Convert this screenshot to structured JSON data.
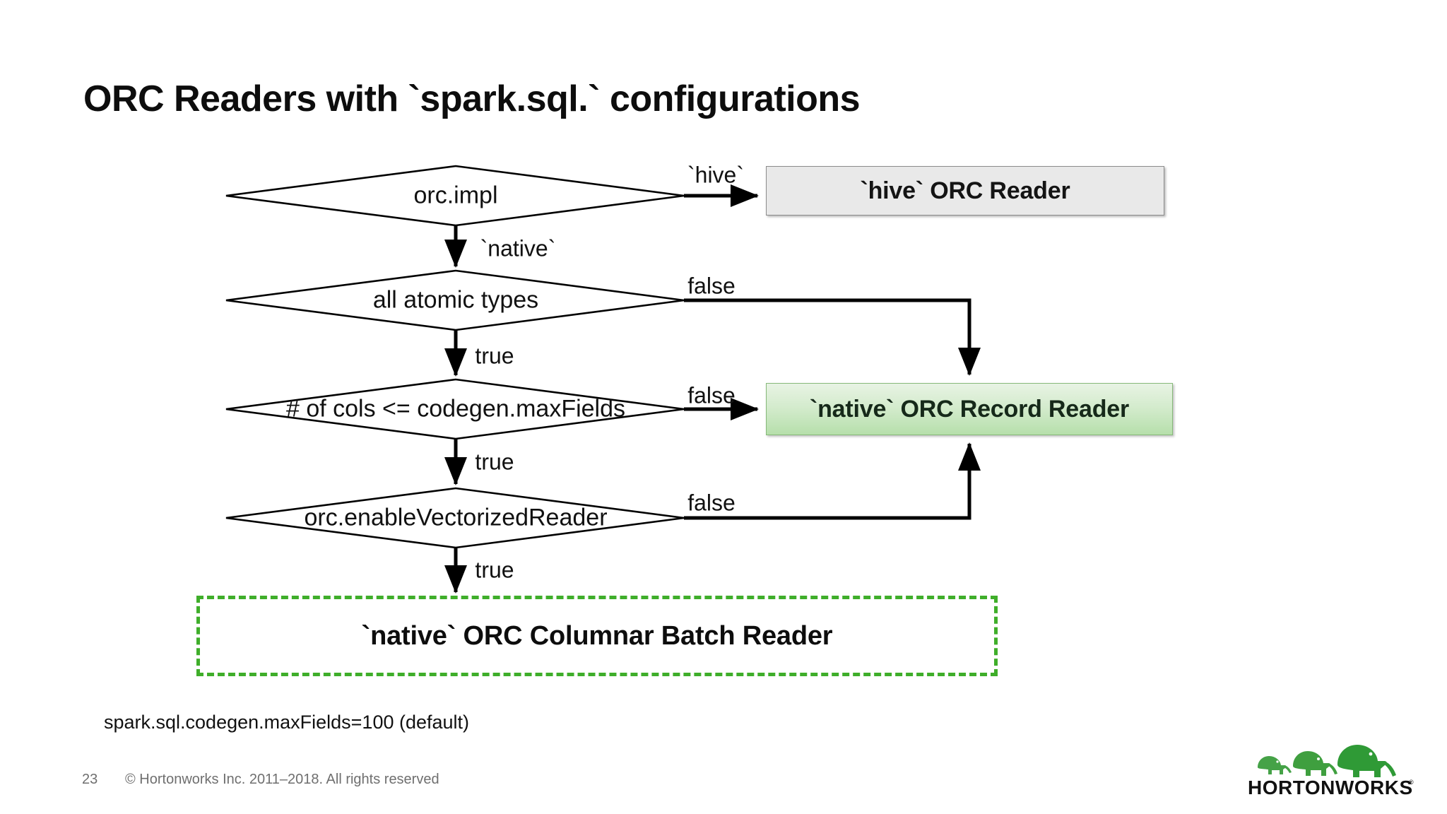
{
  "slide": {
    "title": "ORC Readers with `spark.sql.` configurations",
    "page_number": "23",
    "copyright": "© Hortonworks Inc. 2011–2018. All rights reserved",
    "note": "spark.sql.codegen.maxFields=100 (default)"
  },
  "flow": {
    "decisions": [
      {
        "id": "orc-impl",
        "label": "orc.impl"
      },
      {
        "id": "all-atomic-types",
        "label": "all atomic types"
      },
      {
        "id": "cols-maxfields",
        "label": "# of cols <= codegen.maxFields"
      },
      {
        "id": "enable-vectorized-reader",
        "label": "orc.enableVectorizedReader"
      }
    ],
    "edge_labels": {
      "hive": "`hive`",
      "native": "`native`",
      "false_1": "false",
      "true_1": "true",
      "false_2": "false",
      "true_2": "true",
      "false_3": "false",
      "true_3": "true"
    },
    "results": [
      {
        "id": "hive-reader",
        "label": "`hive` ORC Reader"
      },
      {
        "id": "native-record-reader",
        "label": "`native` ORC Record Reader"
      },
      {
        "id": "native-columnar-batch-reader",
        "label": "`native` ORC Columnar Batch Reader"
      }
    ]
  },
  "brand": {
    "name": "HORTONWORKS",
    "trademark": "®"
  },
  "colors": {
    "accent_green": "#3fae2a",
    "logo_green_dark": "#2f9a36",
    "logo_green_light": "#7ac143",
    "box_gray": "#e9e9e9",
    "box_green_top": "#e8f3e4",
    "box_green_bottom": "#b6dfab",
    "stroke": "#000000",
    "footer_text": "#6f6f6f"
  }
}
